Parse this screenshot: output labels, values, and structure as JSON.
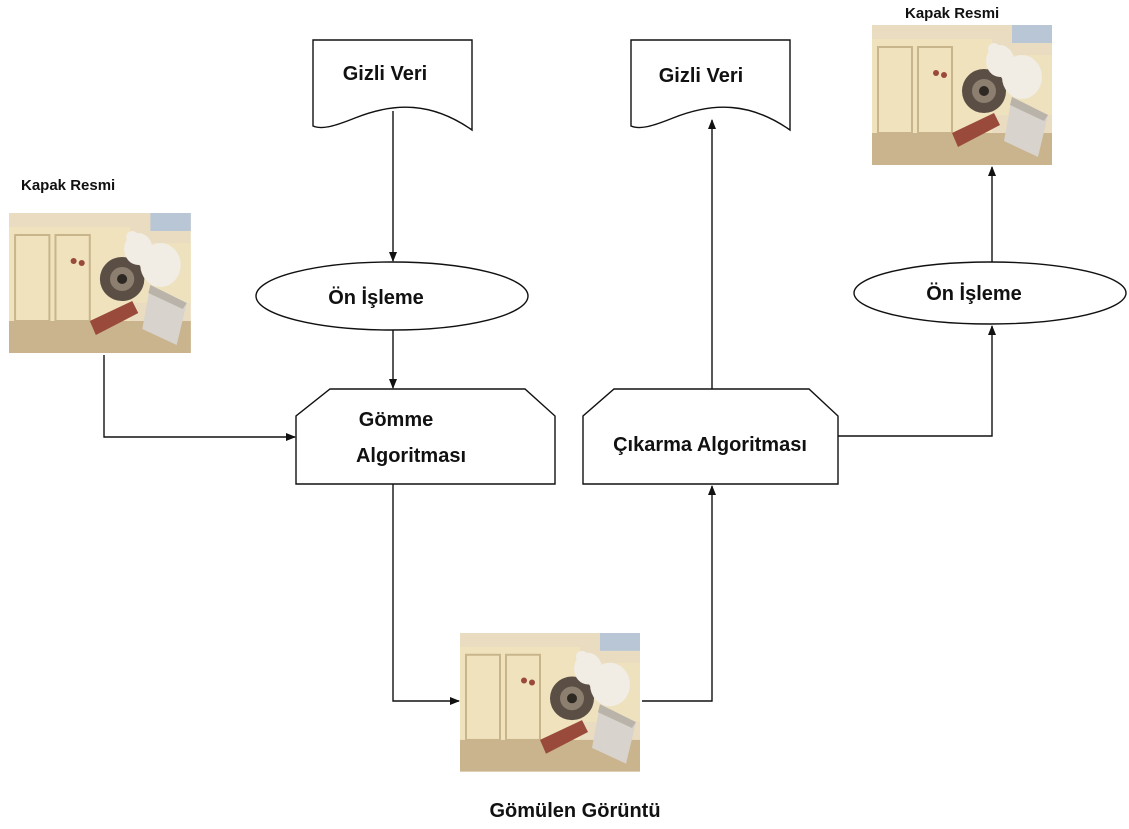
{
  "nodes": {
    "secret_data_left": "Gizli Veri",
    "secret_data_right": "Gizli Veri",
    "preprocess_left": "Ön İşleme",
    "preprocess_right": "Ön İşleme",
    "embedding_line1": "Gömme",
    "embedding_line2": "Algoritması",
    "extraction": "Çıkarma Algoritması",
    "cover_image_left": "Kapak Resmi",
    "cover_image_right": "Kapak Resmi",
    "stego_image": "Gömülen Görüntü"
  },
  "photo_colors": {
    "wall": "#e9dcc0",
    "cabinet": "#efe2bd",
    "floor": "#c9b48e",
    "brick": "#9a4a3a",
    "box": "#d8d3cc",
    "wheel": "#5a4e45",
    "teddy": "#f1ece4",
    "sky": "#b8c6d6"
  }
}
